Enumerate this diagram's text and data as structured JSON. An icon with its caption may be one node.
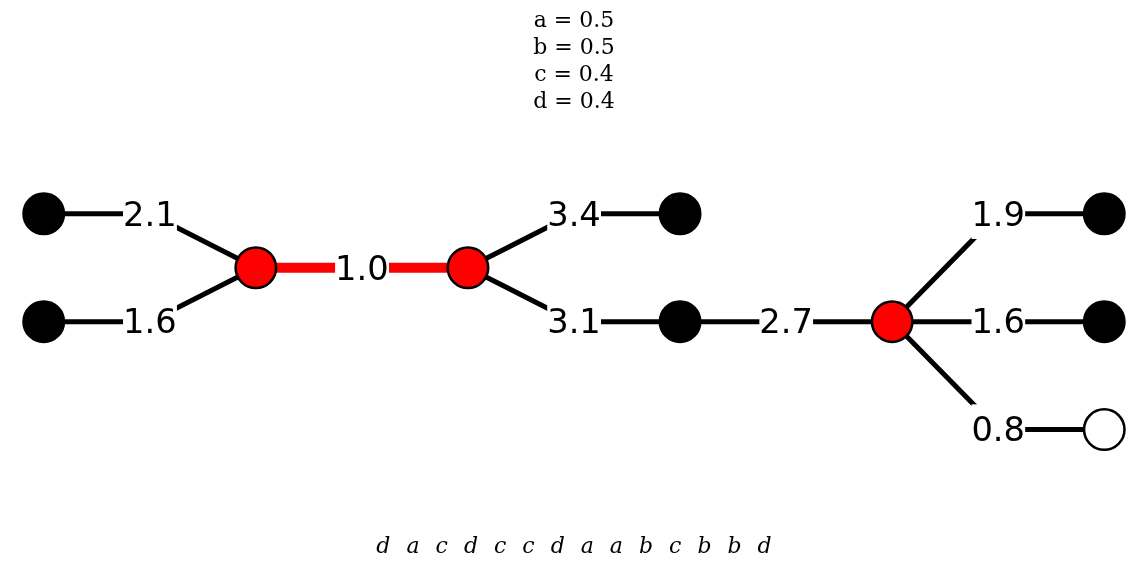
{
  "diagram": {
    "nodes": [
      {
        "text": [],
        "shape": "circle"
      },
      {
        "text": [],
        "shape": "circle"
      },
      {
        "text": [],
        "shape": "circle"
      },
      {
        "text": [],
        "shape": "circle"
      },
      {
        "text": [],
        "shape": "circle"
      },
      {
        "text": [],
        "shape": "circle"
      },
      {
        "text": [],
        "shape": "circle"
      },
      {
        "text": [],
        "shape": "circle"
      },
      {
        "text": [],
        "shape": "circle"
      },
      {
        "text": [],
        "shape": "circle"
      }
    ],
    "edges": [
      {
        "from": 1,
        "to": 2,
        "arrow": "none",
        "label": "2.1"
      },
      {
        "from": 0,
        "to": 2,
        "arrow": "none",
        "label": "1.6"
      },
      {
        "from": 2,
        "to": 3,
        "arrow": "none",
        "label": "1.0",
        "style": "thick",
        "color": "#ff0000"
      },
      {
        "from": 3,
        "to": 5,
        "arrow": "none",
        "label": "3.1"
      },
      {
        "from": 3,
        "to": 4,
        "arrow": "none",
        "label": "3.4"
      },
      {
        "from": 5,
        "to": 6,
        "arrow": "none",
        "label": "2.7"
      },
      {
        "from": 6,
        "to": 8,
        "arrow": "none",
        "label": "1.9"
      },
      {
        "from": 6,
        "to": 9,
        "arrow": "none",
        "label": "1.6"
      },
      {
        "from": 6,
        "to": 7,
        "arrow": "none",
        "label": "0.8"
      }
    ],
    "labels": [
      "a = 0.5",
      "b = 0.5",
      "c = 0.4",
      "d = 0.4",
      "d",
      "a",
      "c",
      "d",
      "c",
      "c",
      "d",
      "a",
      "a",
      "b",
      "c",
      "b",
      "b",
      "d"
    ]
  }
}
